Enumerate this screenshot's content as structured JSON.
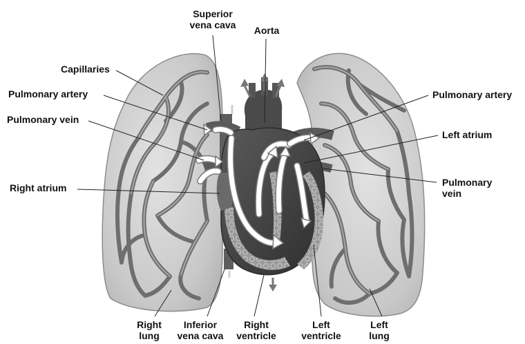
{
  "labels": {
    "superior_vena_cava": "Superior\nvena cava",
    "aorta": "Aorta",
    "capillaries": "Capillaries",
    "pulmonary_artery_left": "Pulmonary artery",
    "pulmonary_vein_left": "Pulmonary vein",
    "right_atrium": "Right atrium",
    "pulmonary_artery_right": "Pulmonary artery",
    "left_atrium": "Left atrium",
    "pulmonary_vein_right": "Pulmonary\nvein",
    "right_lung": "Right\nlung",
    "inferior_vena_cava": "Inferior\nvena cava",
    "right_ventricle": "Right\nventricle",
    "left_ventricle": "Left\nventricle",
    "left_lung": "Left\nlung"
  },
  "colors": {
    "lung_fill": "#c9c9c9",
    "vessel": "#6e6e6e",
    "heart_dark": "#3d3d3d",
    "flow_arrow": "#ffffff"
  }
}
